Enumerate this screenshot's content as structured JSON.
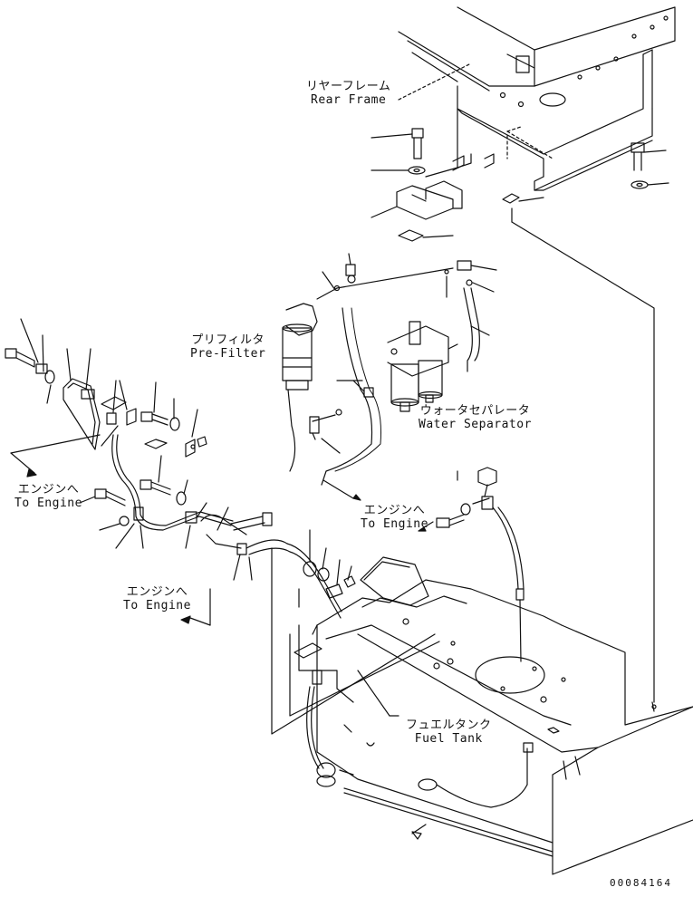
{
  "labels": {
    "rear_frame": {
      "jp": "リヤーフレーム",
      "en": "Rear Frame"
    },
    "pre_filter": {
      "jp": "プリフィルタ",
      "en": "Pre-Filter"
    },
    "water_separator": {
      "jp": "ウォータセパレータ",
      "en": "Water Separator"
    },
    "to_engine_left": {
      "jp": "エンジンへ",
      "en": "To Engine"
    },
    "to_engine_middle": {
      "jp": "エンジンへ",
      "en": "To Engine"
    },
    "to_engine_right": {
      "jp": "エンジンへ",
      "en": "To Engine"
    },
    "fuel_tank": {
      "jp": "フュエルタンク",
      "en": "Fuel Tank"
    }
  },
  "drawing_number": "00084164",
  "colors": {
    "line": "#111111",
    "background": "#ffffff"
  }
}
